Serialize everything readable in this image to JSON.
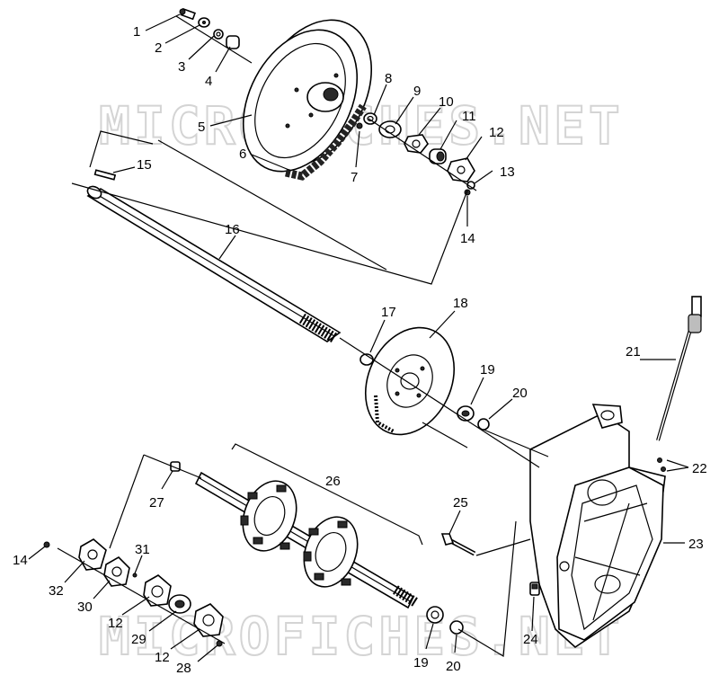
{
  "watermark": {
    "top": "MICROFICHES.NET",
    "bottom": "MICROFICHES.NET"
  },
  "callouts": {
    "c1": "1",
    "c2": "2",
    "c3": "3",
    "c4": "4",
    "c5": "5",
    "c6": "6",
    "c7": "7",
    "c8": "8",
    "c9": "9",
    "c10": "10",
    "c11": "11",
    "c12a": "12",
    "c13": "13",
    "c14a": "14",
    "c15": "15",
    "c16": "16",
    "c17": "17",
    "c18": "18",
    "c19a": "19",
    "c20a": "20",
    "c21": "21",
    "c22": "22",
    "c23": "23",
    "c24": "24",
    "c25": "25",
    "c26": "26",
    "c27": "27",
    "c14b": "14",
    "c32": "32",
    "c30": "30",
    "c31": "31",
    "c12b": "12",
    "c29": "29",
    "c12c": "12",
    "c28": "28",
    "c19b": "19",
    "c20b": "20"
  }
}
